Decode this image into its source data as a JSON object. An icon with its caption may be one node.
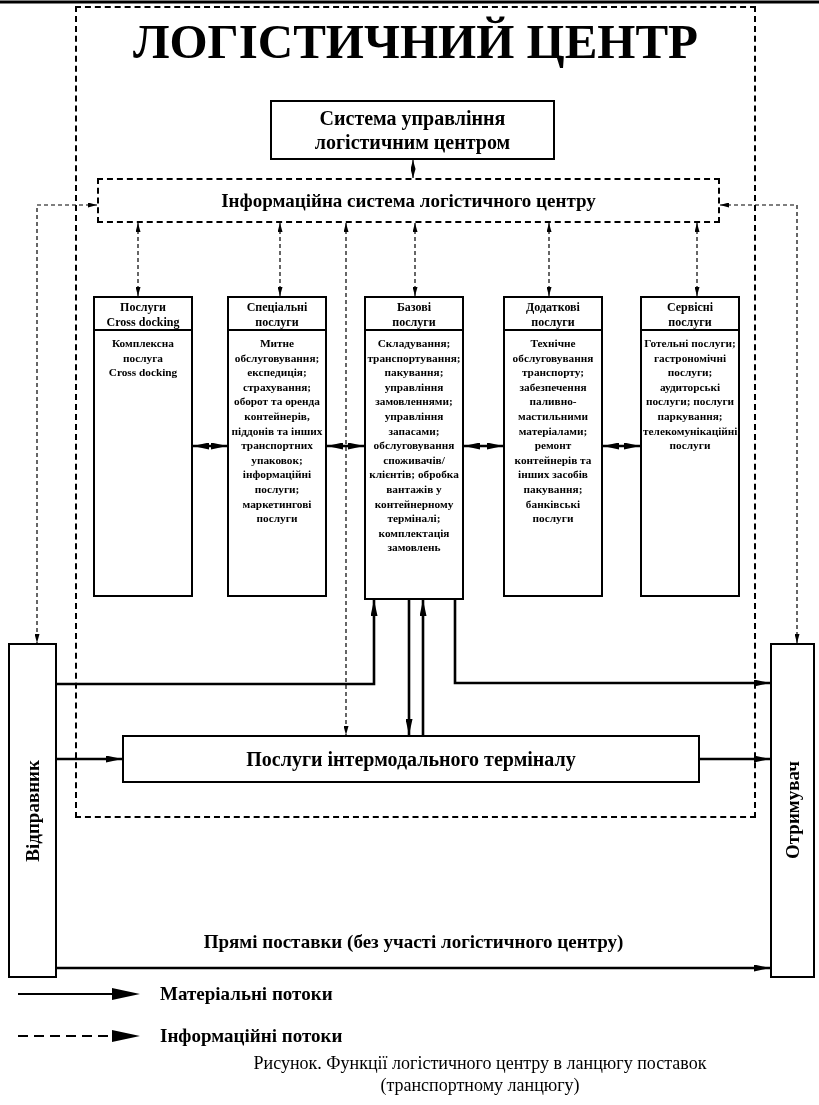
{
  "diagram": {
    "caption": "Рисунок. Функції логістичного центру в ланцюгу поставок (транспортному ланцюгу)",
    "nodes": [
      {
        "text": [
          "ЛОГІСТИЧНИЙ ЦЕНТР"
        ]
      },
      {
        "text": [
          "Система управління логістичним центром"
        ],
        "in": 0
      },
      {
        "text": [
          "Інформаційна система логістичного центру"
        ],
        "in": 0
      },
      {
        "text": [
          "Послуги Cross docking",
          "Комплексна послуга Cross docking"
        ],
        "in": 0
      },
      {
        "text": [
          "Спеціальні послуги",
          "Митне обслуговування; експедиція; страхування; оборот та оренда контейнерів, піддонів та інших транспортних упаковок; інформаційні послуги; маркетингові послуги"
        ],
        "in": 0
      },
      {
        "text": [
          "Базові послуги",
          "Складування; транспортування; пакування; управління замовленнями; управління запасами; обслуговування споживачів/клієнтів; обробка вантажів у контейнерному терміналі; комплектація замовлень"
        ],
        "in": 0
      },
      {
        "text": [
          "Додаткові послуги",
          "Технічне обслуговування транспорту; забезпечення паливно-мастильними матеріалами; ремонт контейнерів та інших засобів пакування; банківські послуги"
        ],
        "in": 0
      },
      {
        "text": [
          "Сервісні послуги",
          "Готельні послуги; гастрономічні послуги; аудиторські послуги; послуги паркування; телекомунікаційні послуги"
        ],
        "in": 0
      },
      {
        "text": [
          "Послуги інтермодального терміналу"
        ],
        "in": 0
      },
      {
        "text": [
          "Відправник"
        ]
      },
      {
        "text": [
          "Отримувач"
        ]
      }
    ],
    "edges": [
      {
        "from": 1,
        "to": 2,
        "arrow": "both",
        "style": "dashed"
      },
      {
        "from": 2,
        "to": 3,
        "arrow": "both",
        "style": "dashed"
      },
      {
        "from": 2,
        "to": 4,
        "arrow": "both",
        "style": "dashed"
      },
      {
        "from": 2,
        "to": 5,
        "arrow": "both",
        "style": "dashed"
      },
      {
        "from": 2,
        "to": 6,
        "arrow": "both",
        "style": "dashed"
      },
      {
        "from": 2,
        "to": 7,
        "arrow": "both",
        "style": "dashed"
      },
      {
        "from": 2,
        "to": 8,
        "arrow": "both",
        "style": "dashed"
      },
      {
        "from": 2,
        "to": 9,
        "arrow": "both",
        "style": "dashed"
      },
      {
        "from": 2,
        "to": 10,
        "arrow": "both",
        "style": "dashed"
      },
      {
        "from": 3,
        "to": 4,
        "arrow": "both"
      },
      {
        "from": 4,
        "to": 5,
        "arrow": "both"
      },
      {
        "from": 5,
        "to": 6,
        "arrow": "both"
      },
      {
        "from": 6,
        "to": 7,
        "arrow": "both"
      },
      {
        "from": 9,
        "to": 5,
        "arrow": "to"
      },
      {
        "from": 5,
        "to": 10,
        "arrow": "to"
      },
      {
        "from": 5,
        "to": 8,
        "arrow": "to"
      },
      {
        "from": 8,
        "to": 5,
        "arrow": "to"
      },
      {
        "from": 9,
        "to": 8,
        "arrow": "to"
      },
      {
        "from": 8,
        "to": 10,
        "arrow": "to"
      },
      {
        "from": 9,
        "to": 10,
        "arrow": "to",
        "label": "Прямі поставки (без участі логістичного центру)"
      }
    ],
    "legend": [
      {
        "text": "Матеріальні потоки"
      },
      {
        "text": "Інформаційні потоки"
      }
    ]
  }
}
